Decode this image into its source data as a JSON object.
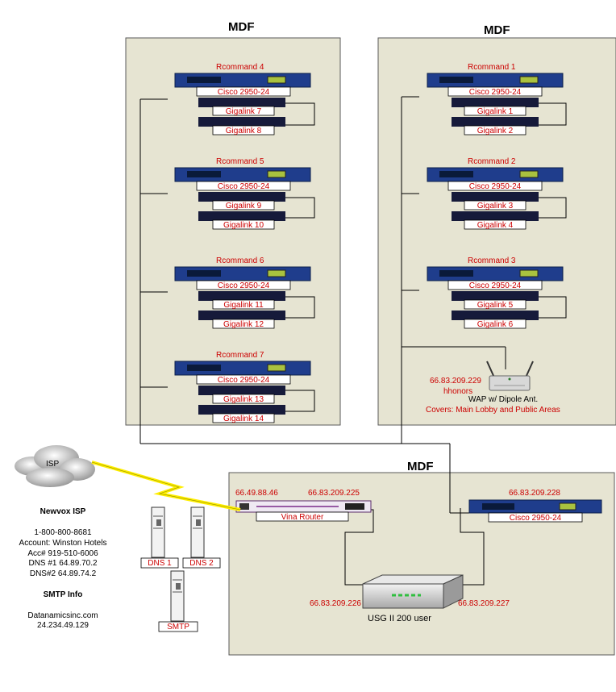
{
  "panels": {
    "mdf_left": "MDF",
    "mdf_right": "MDF",
    "mdf_bottom": "MDF"
  },
  "left_groups": [
    {
      "name": "Rcommand 4",
      "switch": "Cisco 2950-24",
      "links": [
        "Gigalink 7",
        "Gigalink 8"
      ]
    },
    {
      "name": "Rcommand 5",
      "switch": "Cisco 2950-24",
      "links": [
        "Gigalink 9",
        "Gigalink 10"
      ]
    },
    {
      "name": "Rcommand 6",
      "switch": "Cisco 2950-24",
      "links": [
        "Gigalink 11",
        "Gigalink 12"
      ]
    },
    {
      "name": "Rcommand 7",
      "switch": "Cisco 2950-24",
      "links": [
        "Gigalink 13",
        "Gigalink 14"
      ]
    }
  ],
  "right_groups": [
    {
      "name": "Rcommand 1",
      "switch": "Cisco 2950-24",
      "links": [
        "Gigalink 1",
        "Gigalink 2"
      ]
    },
    {
      "name": "Rcommand 2",
      "switch": "Cisco 2950-24",
      "links": [
        "Gigalink 3",
        "Gigalink 4"
      ]
    },
    {
      "name": "Rcommand 3",
      "switch": "Cisco 2950-24",
      "links": [
        "Gigalink 5",
        "Gigalink 6"
      ]
    }
  ],
  "wap": {
    "ip": "66.83.209.229",
    "ssid": "hhonors",
    "label": "WAP w/ Dipole Ant.",
    "coverage": "Covers: Main Lobby and Public Areas"
  },
  "router": {
    "label": "Vina Router",
    "ip_left": "66.49.88.46",
    "ip_right": "66.83.209.225"
  },
  "core_switch": {
    "ip": "66.83.209.228",
    "label": "Cisco 2950-24"
  },
  "firewall": {
    "label": "USG II 200 user",
    "ip_left": "66.83.209.226",
    "ip_right": "66.83.209.227"
  },
  "isp_cloud": "ISP",
  "servers": {
    "dns1": "DNS 1",
    "dns2": "DNS 2",
    "smtp": "SMTP"
  },
  "info": {
    "isp_heading": "Newvox ISP",
    "phone": "1-800-800-8681",
    "account": "Account: Winston Hotels",
    "acc_no": "Acc# 919-510-6006",
    "dns1": "DNS #1 64.89.70.2",
    "dns2": "DNS#2 64.89.74.2",
    "smtp_heading": "SMTP Info",
    "smtp_host": "Datanamicsinc.com",
    "smtp_ip": "24.234.49.129"
  },
  "colors": {
    "panel_fill": "#e6e4d2",
    "label_red": "#cc0000",
    "switch_blue": "#1f3d8c",
    "gigalink_navy": "#161a3a",
    "lightning_yellow": "#ffee00"
  }
}
